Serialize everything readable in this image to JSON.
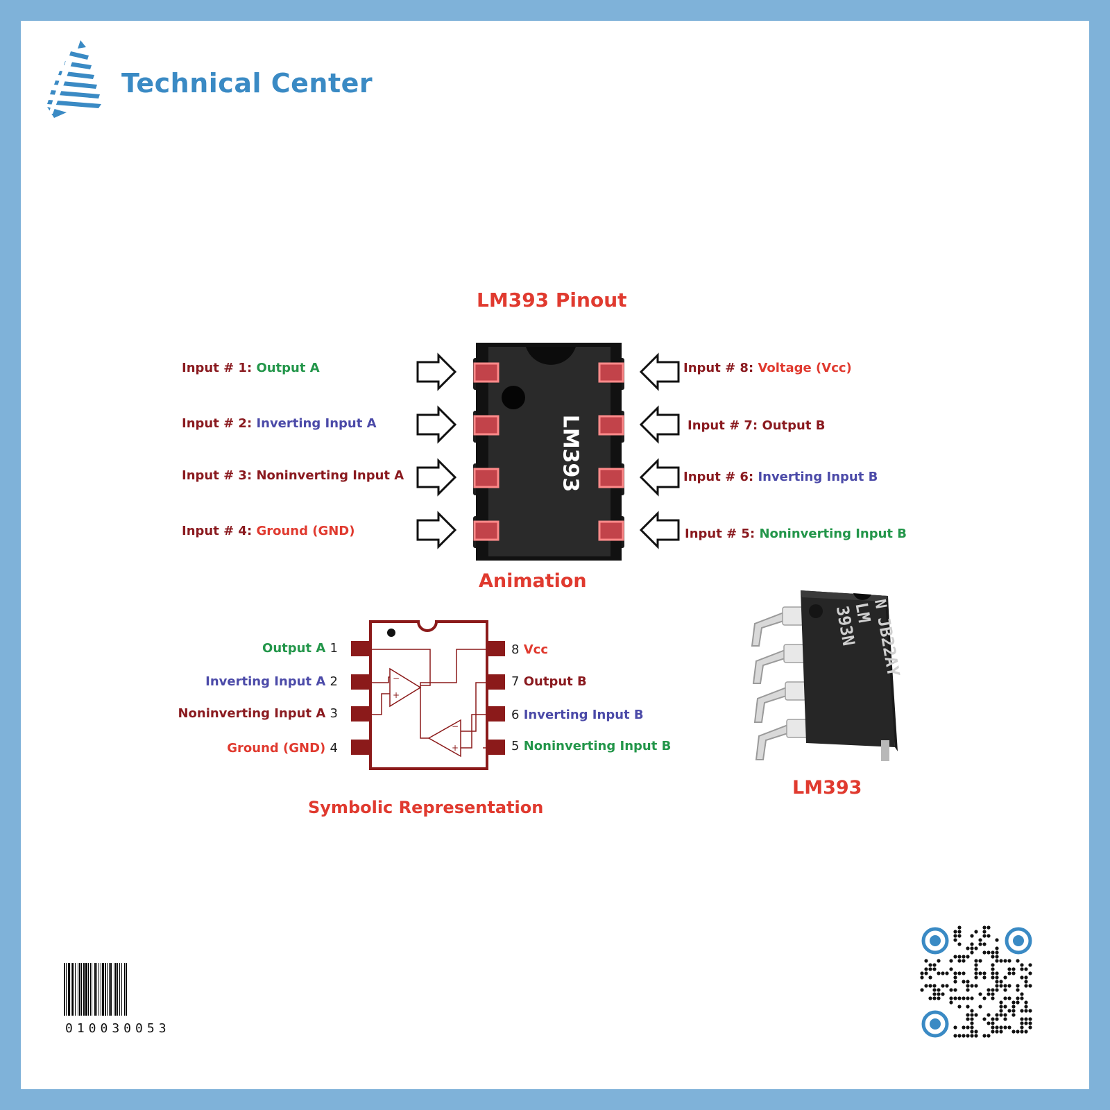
{
  "brand": {
    "name": "Technical Center",
    "logo_icon": "stacked-chevron-logo",
    "color": "#3a8ac4"
  },
  "page": {
    "frame_color": "#7fb2d9",
    "accent_red": "#e03a2f"
  },
  "pinout": {
    "title": "LM393 Pinout",
    "chip_marking": "LM393",
    "caption": "Animation",
    "left_pins": [
      {
        "prefix": "Input # 1:",
        "name": "Output A",
        "color": "green"
      },
      {
        "prefix": "Input # 2:",
        "name": "Inverting Input A",
        "color": "blue"
      },
      {
        "prefix": "Input # 3:",
        "name": "Noninverting Input A",
        "color": "maroon"
      },
      {
        "prefix": "Input # 4:",
        "name": "Ground (GND)",
        "color": "red"
      }
    ],
    "right_pins": [
      {
        "prefix": "Input # 8:",
        "name": "Voltage (Vcc)",
        "color": "red"
      },
      {
        "prefix": "Input # 7:",
        "name": "Output B",
        "color": "maroon"
      },
      {
        "prefix": "Input # 6:",
        "name": "Inverting Input B",
        "color": "blue"
      },
      {
        "prefix": "Input # 5:",
        "name": "Noninverting Input B",
        "color": "green"
      }
    ]
  },
  "symbolic": {
    "caption": "Symbolic Representation",
    "left": [
      {
        "label": "Output A",
        "num": "1",
        "color": "green"
      },
      {
        "label": "Inverting Input A",
        "num": "2",
        "color": "blue"
      },
      {
        "label": "Noninverting Input A",
        "num": "3",
        "color": "maroon"
      },
      {
        "label": "Ground (GND)",
        "num": "4",
        "color": "red"
      }
    ],
    "right": [
      {
        "label": "Vcc",
        "num": "8",
        "color": "red"
      },
      {
        "label": "Output B",
        "num": "7",
        "color": "maroon"
      },
      {
        "label": "Inverting Input B",
        "num": "6",
        "color": "blue"
      },
      {
        "label": "Noninverting Input B",
        "num": "5",
        "color": "green"
      }
    ],
    "opamp_minus": "−",
    "opamp_plus": "+"
  },
  "photo": {
    "caption": "LM393",
    "marking_line1": "JB22AY",
    "marking_line2": "LM",
    "marking_line3": "393N",
    "maker_logo": "national-semiconductor-logo"
  },
  "barcode": {
    "digits": "010030053",
    "icon": "barcode-icon"
  },
  "qrcode": {
    "icon": "qr-code-icon"
  }
}
